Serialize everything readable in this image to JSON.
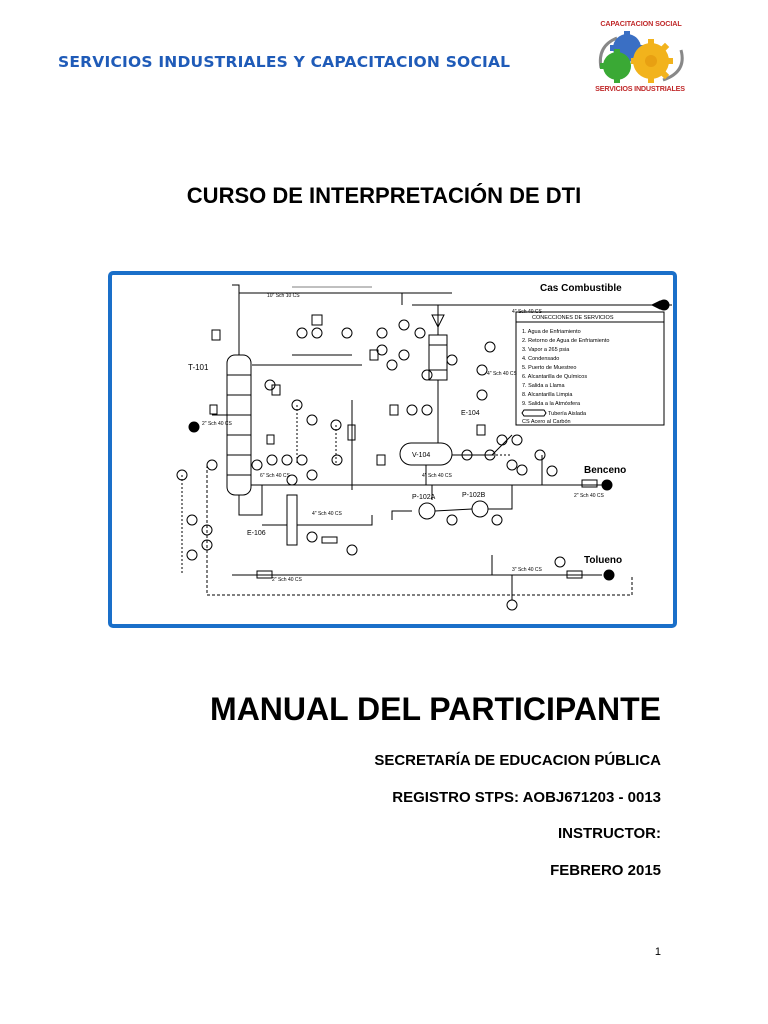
{
  "header": {
    "org_name": "SERVICIOS INDUSTRIALES Y CAPACITACION SOCIAL",
    "logo": {
      "top_text": "CAPACITACION SOCIAL",
      "bottom_text": "SERVICIOS INDUSTRIALES",
      "colors": {
        "gear_blue": "#3a6fc4",
        "gear_green": "#3aa935",
        "gear_yellow": "#f2b31c",
        "text_red": "#c0292a"
      }
    }
  },
  "course_title": "CURSO DE INTERPRETACIÓN DE DTI",
  "diagram": {
    "frame_color": "#1a6fc9",
    "stream_labels": {
      "gas": "Cas Combustible",
      "benzene": "Benceno",
      "toluene": "Tolueno"
    },
    "equipment": {
      "column": "T-101",
      "vessel": "V-104",
      "exchanger_top": "E-104",
      "exchanger_bottom": "E-106",
      "pump_a": "P-102A",
      "pump_b": "P-102B"
    },
    "legend": {
      "title": "CONECCIONES DE SERVICIOS",
      "items": [
        "1.  Agua de Enfriamiento",
        "2.  Retorno de Agua de Enfriamiento",
        "3.  Vapor a 265 psia",
        "4.  Condensado",
        "5.  Puerto de Muestreo",
        "6.  Alcantarilla de Químicos",
        "7.  Salida a Llama",
        "8.  Alcantarilla Limpia",
        "9.  Salida a la Atmósfera"
      ],
      "insulated_pipe": "Tubería Aislada",
      "carbon_steel": "CS Acero al Carbón"
    }
  },
  "manual_title": "MANUAL DEL PARTICIPANTE",
  "institution": "SECRETARÍA DE EDUCACION PÚBLICA",
  "registration": "REGISTRO STPS: AOBJ671203 - 0013",
  "instructor": "INSTRUCTOR:",
  "date": "FEBRERO 2015",
  "page_number": "1"
}
